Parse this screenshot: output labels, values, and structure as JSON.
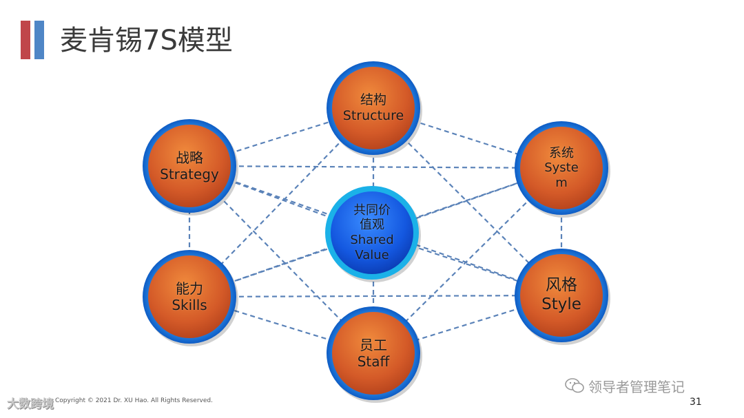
{
  "title": "麦肯锡7S模型",
  "center": {
    "lines": [
      "共同价",
      "值观",
      "Shared",
      "Value"
    ]
  },
  "nodes": [
    {
      "id": "structure",
      "lines": [
        "结构",
        "Structure"
      ]
    },
    {
      "id": "strategy",
      "lines": [
        "战略",
        "Strategy"
      ]
    },
    {
      "id": "system",
      "lines": [
        "系统",
        "Syste",
        "m"
      ]
    },
    {
      "id": "skills",
      "lines": [
        "能力",
        "Skills"
      ]
    },
    {
      "id": "style",
      "lines": [
        "风格",
        "Style"
      ]
    },
    {
      "id": "staff",
      "lines": [
        "员工",
        "Staff"
      ]
    }
  ],
  "connections": [
    [
      "strategy",
      "structure"
    ],
    [
      "structure",
      "system"
    ],
    [
      "system",
      "style"
    ],
    [
      "style",
      "staff"
    ],
    [
      "staff",
      "skills"
    ],
    [
      "skills",
      "strategy"
    ],
    [
      "strategy",
      "system"
    ],
    [
      "strategy",
      "style"
    ],
    [
      "strategy",
      "staff"
    ],
    [
      "structure",
      "skills"
    ],
    [
      "structure",
      "style"
    ],
    [
      "structure",
      "staff"
    ],
    [
      "system",
      "skills"
    ],
    [
      "system",
      "staff"
    ],
    [
      "skills",
      "style"
    ],
    [
      "center",
      "strategy"
    ],
    [
      "center",
      "system"
    ],
    [
      "center",
      "skills"
    ],
    [
      "center",
      "style"
    ]
  ],
  "colors": {
    "node_fill": "#d9652c",
    "node_ring": "#1e78d6",
    "center_fill": "#1f6fe8",
    "line": "#5a82b8",
    "title_bar_red": "#c0464a",
    "title_bar_blue": "#4f86c6"
  },
  "footer": {
    "copyright": "Copyright © 2021 Dr. XU Hao. All Rights Reserved.",
    "watermark": "大数跨境",
    "wechat": "领导者管理笔记",
    "page_number": "31"
  }
}
